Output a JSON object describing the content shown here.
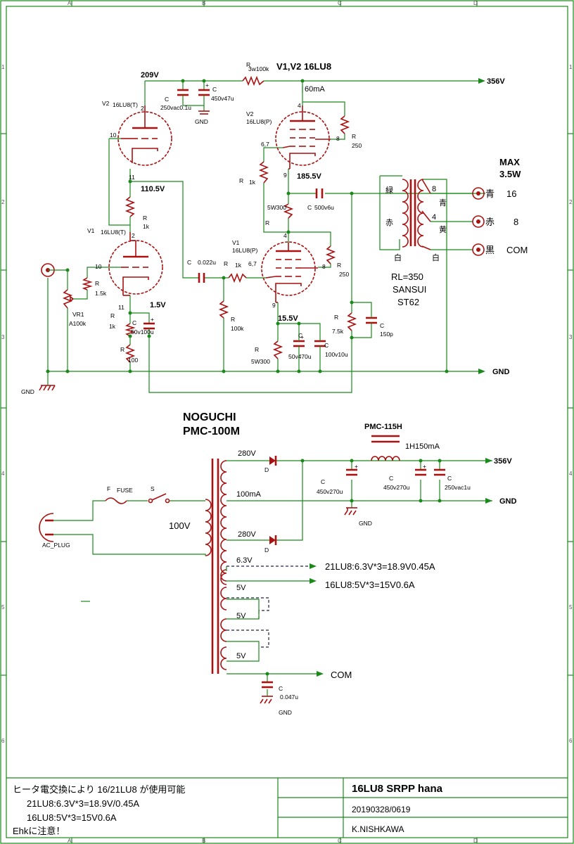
{
  "border_refs": {
    "cols": [
      "A",
      "B",
      "C",
      "D"
    ],
    "rows": [
      "1",
      "2",
      "3",
      "4",
      "5",
      "6"
    ]
  },
  "title": {
    "main": "V1,V2 16LU8",
    "supply": "356V",
    "gnd": "GND",
    "max": "MAX",
    "maxw": "3.5W"
  },
  "nodes": {
    "n209": "209V",
    "n60ma": "60mA",
    "n185": "185.5V",
    "n110": "110.5V",
    "n15": "1.5V",
    "n155": "15.5V"
  },
  "tubes": {
    "v2t": [
      "V2",
      "16LU8(T)"
    ],
    "v2p": [
      "V2",
      "16LU8(P)"
    ],
    "v1t": [
      "V1",
      "16LU8(T)"
    ],
    "v1p": [
      "V1",
      "16LU8(P)"
    ]
  },
  "pins": {
    "p2": "2",
    "p10": "10",
    "p11": "11",
    "p4": "4",
    "p8": "8",
    "p67": "6,7",
    "p9": "9"
  },
  "parts": {
    "r3w": [
      "R",
      "3w100k"
    ],
    "c1": [
      "C",
      "250vac0.1u"
    ],
    "c2": [
      "C",
      "450v47u"
    ],
    "gnd_small": "GND",
    "r250a": [
      "R",
      "250"
    ],
    "r1k_g2": [
      "R",
      "1k"
    ],
    "r5w300a": [
      "R",
      "5W300"
    ],
    "c500": [
      "C",
      "500v6u"
    ],
    "r1k_v1": [
      "R",
      "1k"
    ],
    "c0022": [
      "C",
      "0.022u"
    ],
    "r1k_in": [
      "R",
      "1k"
    ],
    "r67": "6,7",
    "r250b": [
      "R",
      "250"
    ],
    "r15k": [
      "R",
      "1.5k"
    ],
    "vr1": [
      "VR1",
      "A100k"
    ],
    "r1k_k": [
      "R",
      "1k"
    ],
    "c50": [
      "C",
      "50v100u"
    ],
    "r100": [
      "R",
      "100"
    ],
    "r100k": [
      "R",
      "100k"
    ],
    "r5w300b": [
      "R",
      "5W300"
    ],
    "c470": [
      "C",
      "50v470u"
    ],
    "c10": [
      "C",
      "100v10u"
    ],
    "r75k": [
      "R",
      "7.5k"
    ],
    "c150": [
      "C",
      "150p"
    ]
  },
  "output_tx": {
    "rl": "RL=350",
    "brand": "SANSUI",
    "model": "ST62",
    "green": "緑",
    "red": "赤",
    "white_l": "白",
    "blue": "青",
    "yellow": "黄",
    "white_r": "白",
    "t8": "8",
    "t4": "4",
    "terms": [
      {
        "color": "青",
        "label": "16"
      },
      {
        "color": "赤",
        "label": "8"
      },
      {
        "color": "黒",
        "label": "COM"
      }
    ]
  },
  "psu": {
    "tx_name": "NOGUCHI",
    "tx_model": "PMC-100M",
    "choke_name": "PMC-115H",
    "choke_val": "1H150mA",
    "v280a": "280V",
    "v280b": "280V",
    "ma": "100mA",
    "d1": "D",
    "d2": "D",
    "c270a": [
      "C",
      "450v270u"
    ],
    "c270b": [
      "C",
      "450v270u"
    ],
    "c01": [
      "C",
      "250vac1u"
    ],
    "gnd": "GND",
    "plus356": "356V",
    "gnd2": "GND",
    "fuse": "FUSE",
    "f": "F",
    "s": "S",
    "v100": "100V",
    "acplug": "AC_PLUG",
    "h63": "6.3V",
    "h5a": "5V",
    "h5b": "5V",
    "h5c": "5V",
    "heater21": "21LU8:6.3V*3=18.9V0.45A",
    "heater16": "16LU8:5V*3=15V0.6A",
    "com": "COM",
    "c047": [
      "C",
      "0.047u"
    ],
    "gnd3": "GND"
  },
  "in_gnd": "GND",
  "title_block": {
    "note1": "ヒータ電交換により 16/21LU8 が使用可能",
    "note2": "21LU8:6.3V*3=18.9V/0.45A",
    "note3": "16LU8:5V*3=15V0.6A",
    "note4": "Ehkに注意！",
    "project": "16LU8 SRPP hana",
    "date": "20190328/0619",
    "author": "K.NISHKAWA"
  }
}
